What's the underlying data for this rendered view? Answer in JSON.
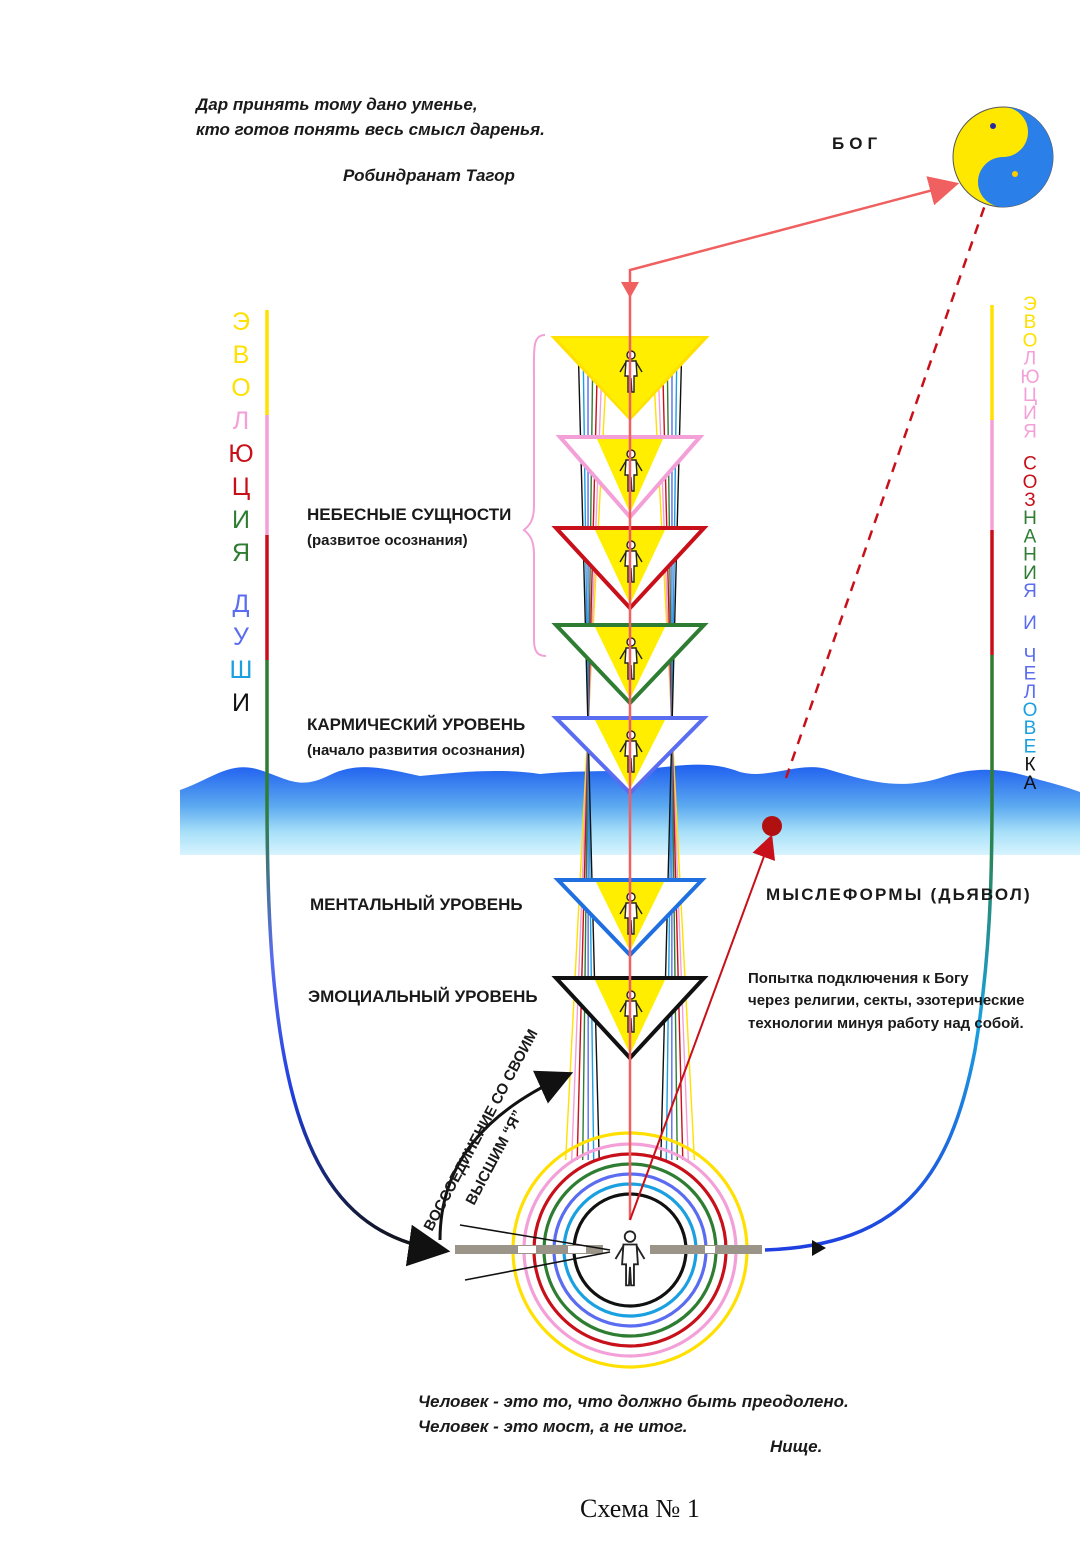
{
  "quote_top": {
    "line1": "Дар принять тому дано уменье,",
    "line2": "кто готов понять весь смысл даренья.",
    "author": "Робиндранат Тагор"
  },
  "god": {
    "label": "БОГ",
    "icon": "yin-yang-icon"
  },
  "left_vertical": [
    {
      "ch": "Э",
      "color": "#ffe000"
    },
    {
      "ch": "В",
      "color": "#ffe000"
    },
    {
      "ch": "О",
      "color": "#ffe000"
    },
    {
      "ch": "Л",
      "color": "#f3a0d8"
    },
    {
      "ch": "Ю",
      "color": "#c8101a"
    },
    {
      "ch": "Ц",
      "color": "#c8101a"
    },
    {
      "ch": "И",
      "color": "#2e7d32"
    },
    {
      "ch": "Я",
      "color": "#2e7d32"
    },
    {
      "ch": "Д",
      "color": "#5a6cf0"
    },
    {
      "ch": "У",
      "color": "#5a6cf0"
    },
    {
      "ch": "Ш",
      "color": "#1aa0e0"
    },
    {
      "ch": "И",
      "color": "#111111"
    }
  ],
  "right_vertical": [
    {
      "ch": "Э",
      "color": "#ffe000"
    },
    {
      "ch": "В",
      "color": "#ffe000"
    },
    {
      "ch": "О",
      "color": "#ffe000"
    },
    {
      "ch": "Л",
      "color": "#f3a0d8"
    },
    {
      "ch": "Ю",
      "color": "#f3a0d8"
    },
    {
      "ch": "Ц",
      "color": "#f3a0d8"
    },
    {
      "ch": "И",
      "color": "#f3a0d8"
    },
    {
      "ch": "Я",
      "color": "#f3a0d8"
    },
    {
      "ch": "С",
      "color": "#c8101a"
    },
    {
      "ch": "О",
      "color": "#c8101a"
    },
    {
      "ch": "З",
      "color": "#c8101a"
    },
    {
      "ch": "Н",
      "color": "#2e7d32"
    },
    {
      "ch": "А",
      "color": "#2e7d32"
    },
    {
      "ch": "Н",
      "color": "#2e7d32"
    },
    {
      "ch": "И",
      "color": "#2e7d32"
    },
    {
      "ch": "Я",
      "color": "#5a6cf0"
    },
    {
      "ch": "И",
      "color": "#5a6cf0"
    },
    {
      "ch": "Ч",
      "color": "#5a6cf0"
    },
    {
      "ch": "Е",
      "color": "#5a6cf0"
    },
    {
      "ch": "Л",
      "color": "#5a6cf0"
    },
    {
      "ch": "О",
      "color": "#1aa0e0"
    },
    {
      "ch": "В",
      "color": "#1aa0e0"
    },
    {
      "ch": "Е",
      "color": "#1aa0e0"
    },
    {
      "ch": "К",
      "color": "#111111"
    },
    {
      "ch": "А",
      "color": "#111111"
    }
  ],
  "levels": {
    "heavenly": {
      "title": "НЕБЕСНЫЕ СУЩНОСТИ",
      "sub": "(развитое  осознания)"
    },
    "karmic": {
      "title": "КАРМИЧЕСКИЙ УРОВЕНЬ",
      "sub": "(начало развития осознания)"
    },
    "mental": {
      "title": "МЕНТАЛЬНЫЙ УРОВЕНЬ"
    },
    "emotional": {
      "title": "ЭМОЦИАЛЬНЫЙ УРОВЕНЬ"
    }
  },
  "thoughtforms": {
    "label": "МЫСЛЕФОРМЫ (ДЬЯВОЛ)"
  },
  "attempt": {
    "line1": "Попытка подключения к Богу",
    "line2": "через религии, секты, эзотерические",
    "line3": "технологии минуя работу над собой."
  },
  "reunion": {
    "line1": "ВОССОЕДИНЕНИЕ СО СВОИМ",
    "line2": "ВЫСШИМ “Я”"
  },
  "quote_bottom": {
    "line1": "Человек - это то, что должно быть преодолено.",
    "line2": "Человек - это мост, а не итог.",
    "author": "Нище."
  },
  "caption": "Схема № 1",
  "triangles": [
    {
      "outline": "#ffe000",
      "fill": "#ffee00"
    },
    {
      "outline": "#f3a0d8",
      "fill": "#ffee00"
    },
    {
      "outline": "#c8101a",
      "fill": "#ffee00"
    },
    {
      "outline": "#2e7d32",
      "fill": "#ffee00"
    },
    {
      "outline": "#5a6cf0",
      "fill": "#ffee00"
    },
    {
      "outline": "#1f6fe0",
      "fill": "#ffee00"
    },
    {
      "outline": "#111111",
      "fill": "#ffee00"
    }
  ],
  "ring_colors": [
    "#ffe000",
    "#f3a0d8",
    "#c8101a",
    "#2e7d32",
    "#5a6cf0",
    "#1aa0e0",
    "#111111"
  ],
  "colors": {
    "god_arrow": "#f06060",
    "devil_line": "#c8101a",
    "devil_dot": "#b01010",
    "cloud": "#3f7fe8"
  }
}
